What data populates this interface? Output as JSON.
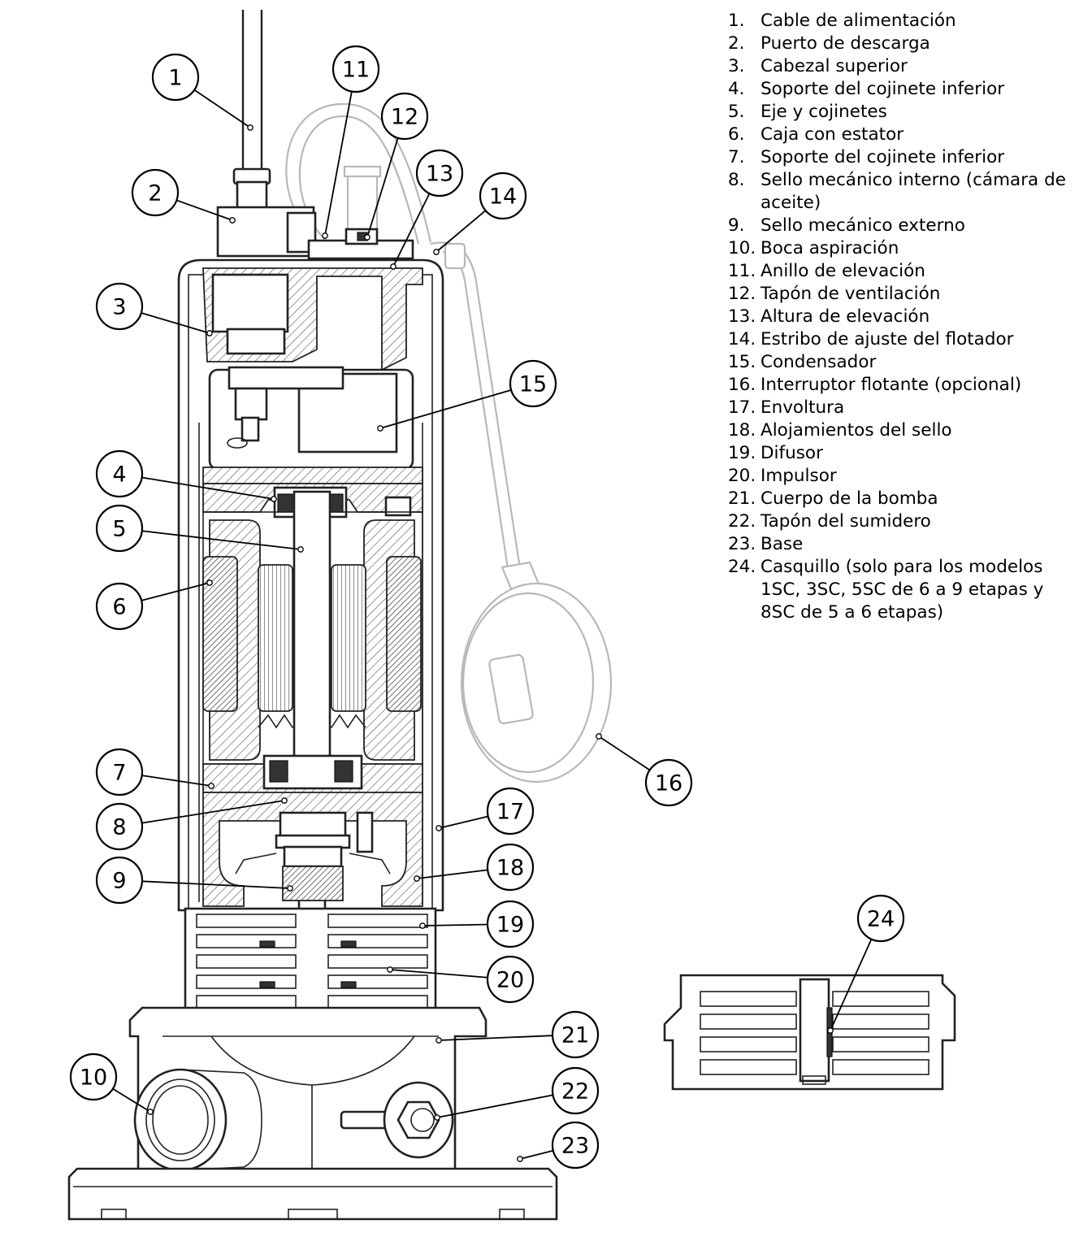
{
  "legend": [
    {
      "num": "1.",
      "text": "Cable de alimentación"
    },
    {
      "num": "2.",
      "text": "Puerto de descarga"
    },
    {
      "num": "3.",
      "text": "Cabezal superior"
    },
    {
      "num": "4.",
      "text": "Soporte del cojinete inferior"
    },
    {
      "num": "5.",
      "text": "Eje y cojinetes"
    },
    {
      "num": "6.",
      "text": "Caja con estator"
    },
    {
      "num": "7.",
      "text": "Soporte del cojinete inferior"
    },
    {
      "num": "8.",
      "text": "Sello mecánico interno (cámara de aceite)"
    },
    {
      "num": "9.",
      "text": "Sello mecánico externo"
    },
    {
      "num": "10.",
      "text": "Boca aspiración"
    },
    {
      "num": "11.",
      "text": "Anillo de elevación"
    },
    {
      "num": "12.",
      "text": "Tapón de ventilación"
    },
    {
      "num": "13.",
      "text": "Altura de elevación"
    },
    {
      "num": "14.",
      "text": "Estribo de ajuste del flotador"
    },
    {
      "num": "15.",
      "text": "Condensador"
    },
    {
      "num": "16.",
      "text": "Interruptor flotante (opcional)"
    },
    {
      "num": "17.",
      "text": "Envoltura"
    },
    {
      "num": "18.",
      "text": "Alojamientos del sello"
    },
    {
      "num": "19.",
      "text": "Difusor"
    },
    {
      "num": "20.",
      "text": "Impulsor"
    },
    {
      "num": "21.",
      "text": "Cuerpo de la bomba"
    },
    {
      "num": "22.",
      "text": "Tapón del sumidero"
    },
    {
      "num": "23.",
      "text": "Base"
    },
    {
      "num": "24.",
      "text": "Casquillo (solo para los modelos 1SC, 3SC, 5SC de 6 a 9 etapas y 8SC de 5 a 6 etapas)"
    }
  ],
  "callouts": [
    "1",
    "2",
    "3",
    "4",
    "5",
    "6",
    "7",
    "8",
    "9",
    "10",
    "11",
    "12",
    "13",
    "14",
    "15",
    "16",
    "17",
    "18",
    "19",
    "20",
    "21",
    "22",
    "23",
    "24"
  ]
}
